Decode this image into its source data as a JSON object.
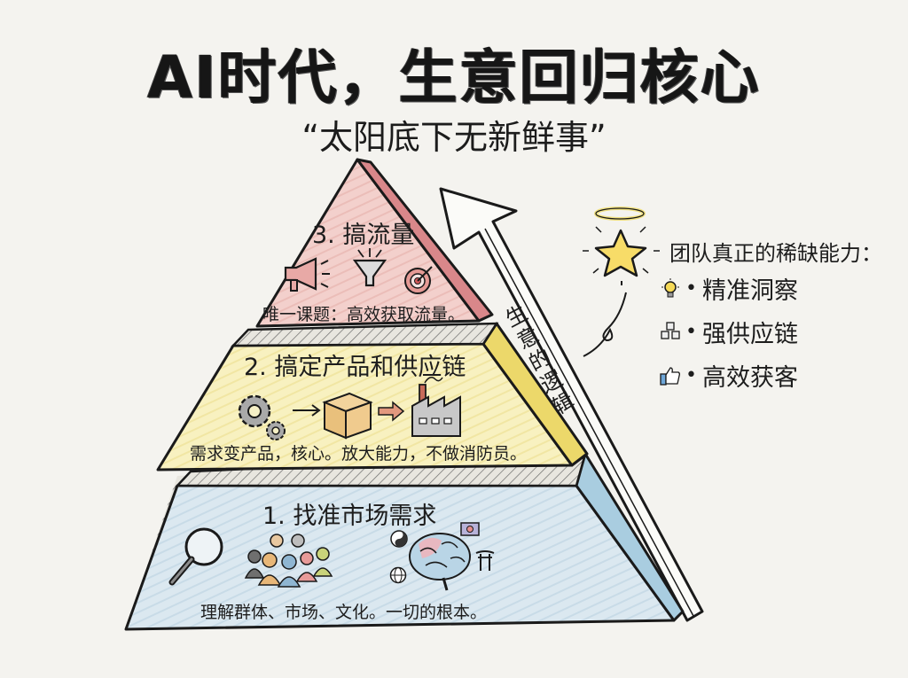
{
  "header": {
    "title": "AI时代，生意回归核心",
    "subtitle": "“太阳底下无新鲜事”"
  },
  "pyramid": {
    "layers": [
      {
        "level": 3,
        "title": "3. 搞流量",
        "description": "唯一课题：高效获取流量。",
        "color": "#f2c6c2",
        "side_color": "#d9878a",
        "icons": [
          "megaphone-icon",
          "funnel-icon",
          "target-icon"
        ]
      },
      {
        "level": 2,
        "title": "2. 搞定产品和供应链",
        "description": "需求变产品，核心。放大能力，不做消防员。",
        "color": "#f7efb8",
        "side_color": "#ecd86a",
        "icons": [
          "gears-icon",
          "arrow-right-icon",
          "package-box-icon",
          "arrow-right-icon",
          "factory-icon"
        ]
      },
      {
        "level": 1,
        "title": "1. 找准市场需求",
        "description": "理解群体、市场、文化。一切的根本。",
        "color": "#dbe8f0",
        "side_color": "#a9cde0",
        "icons": [
          "magnifier-icon",
          "people-group-icon",
          "yin-yang-icon",
          "brain-icon",
          "flag-icon",
          "globe-icon",
          "gate-icon"
        ]
      }
    ]
  },
  "arrow": {
    "label": "生意的逻辑"
  },
  "sidebar": {
    "heading": "团队真正的稀缺能力：",
    "items": [
      {
        "icon": "lightbulb-icon",
        "label": "精准洞察"
      },
      {
        "icon": "cubes-icon",
        "label": "强供应链"
      },
      {
        "icon": "thumbs-up-icon",
        "label": "高效获客"
      }
    ],
    "bullet": "•"
  }
}
